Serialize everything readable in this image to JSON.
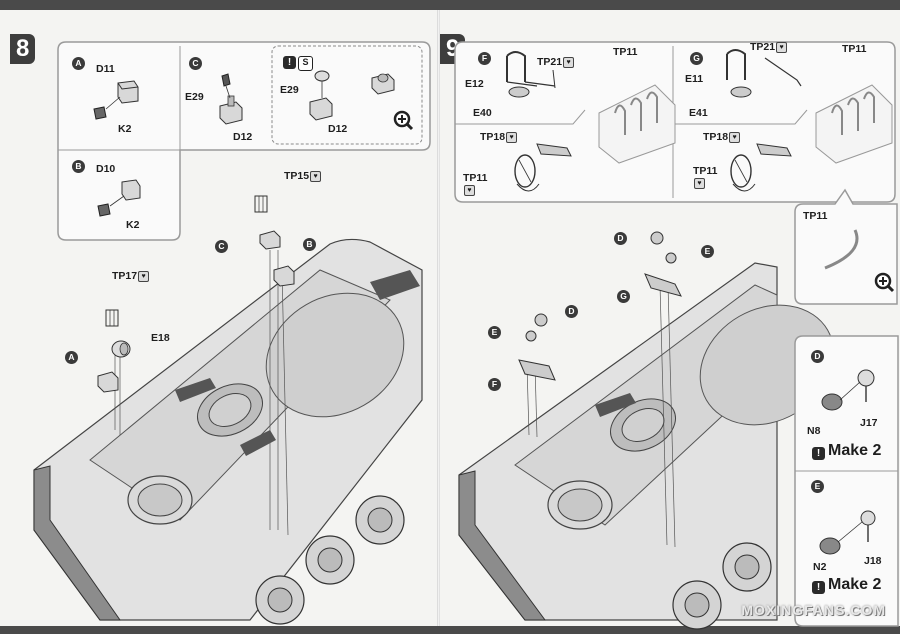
{
  "steps": {
    "step8": {
      "number": "8",
      "sub_a": {
        "circle": "A",
        "parts": [
          "D11",
          "K2"
        ]
      },
      "sub_b": {
        "circle": "B",
        "parts": [
          "D10",
          "K2"
        ]
      },
      "sub_c": {
        "circle": "C",
        "parts": [
          "E29",
          "D12"
        ]
      },
      "alt": {
        "warn": "!",
        "parts": [
          "E29",
          "D12"
        ]
      },
      "callouts": {
        "tp15": "TP15",
        "tp17": "TP17",
        "e18": "E18",
        "a": "A",
        "b": "B",
        "c": "C"
      }
    },
    "step9": {
      "number": "9",
      "sub_f": {
        "circle": "F",
        "parts": [
          "E12",
          "TP21",
          "E40",
          "TP18",
          "TP11"
        ],
        "preview": "TP11"
      },
      "sub_g": {
        "circle": "G",
        "parts": [
          "E11",
          "TP21",
          "E41",
          "TP18",
          "TP11"
        ],
        "preview": "TP11"
      },
      "tp11_detail": "TP11",
      "callouts": {
        "d1": "D",
        "e1": "E",
        "g": "G",
        "d2": "D",
        "e2": "E",
        "f": "F"
      },
      "sub_d": {
        "circle": "D",
        "parts": [
          "N8",
          "J17"
        ],
        "make": "Make 2"
      },
      "sub_e": {
        "circle": "E",
        "parts": [
          "N2",
          "J18"
        ],
        "make": "Make 2"
      }
    }
  },
  "watermark": "MOXINGFANS.COM",
  "icons": [
    "zoom-icon",
    "warning-icon",
    "heart-icon",
    "tank-hull-drawing"
  ]
}
